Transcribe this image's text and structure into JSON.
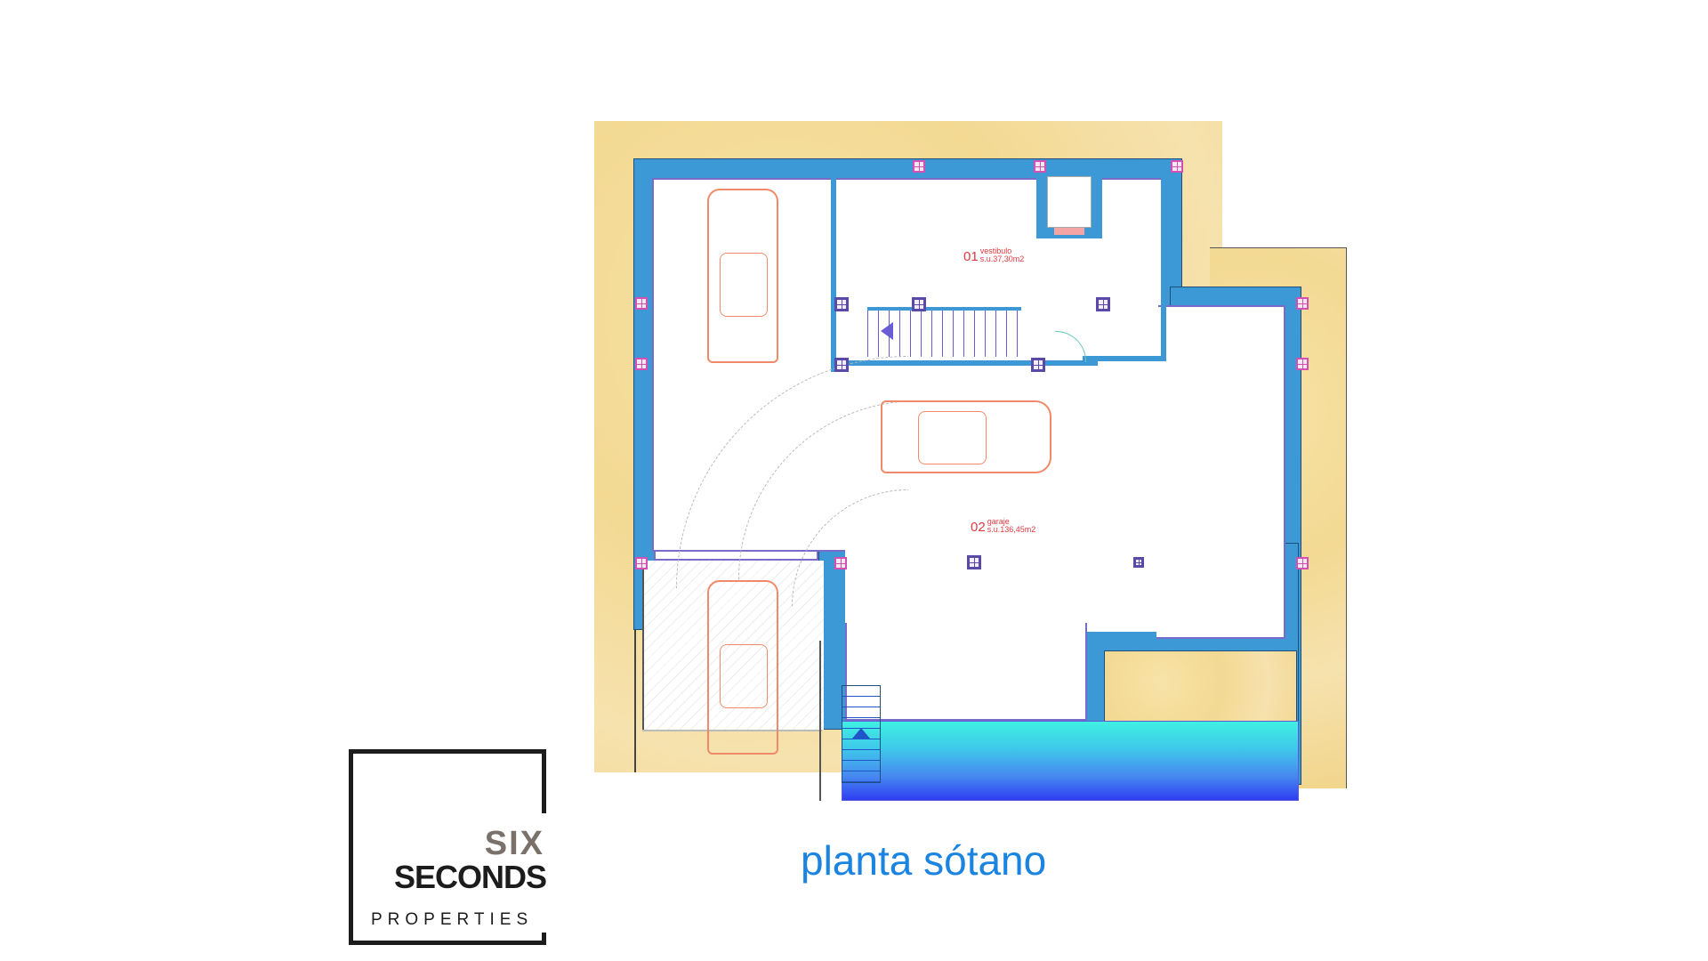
{
  "plan": {
    "title": "planta sótano",
    "rooms": [
      {
        "number": "01",
        "name": "vestibulo",
        "area": "s.u.37,30m2"
      },
      {
        "number": "02",
        "name": "garaje",
        "area": "s.u.136,45m2"
      }
    ],
    "colors": {
      "wall": "#3d98d6",
      "terrain": "#f3d992",
      "room_label": "#e0393f",
      "title": "#1a84e0",
      "car_outline": "#f08a6a",
      "pool_top": "#3ff0e2",
      "pool_bottom": "#2f3df2"
    },
    "elements": [
      "car-parked-top-left",
      "car-maneuvering-center",
      "car-on-ramp",
      "staircase",
      "lift",
      "pool",
      "pool-steps",
      "ramp"
    ]
  },
  "logo": {
    "line1": "SIX",
    "line2": "SECONDS",
    "line3": "PROPERTIES"
  }
}
